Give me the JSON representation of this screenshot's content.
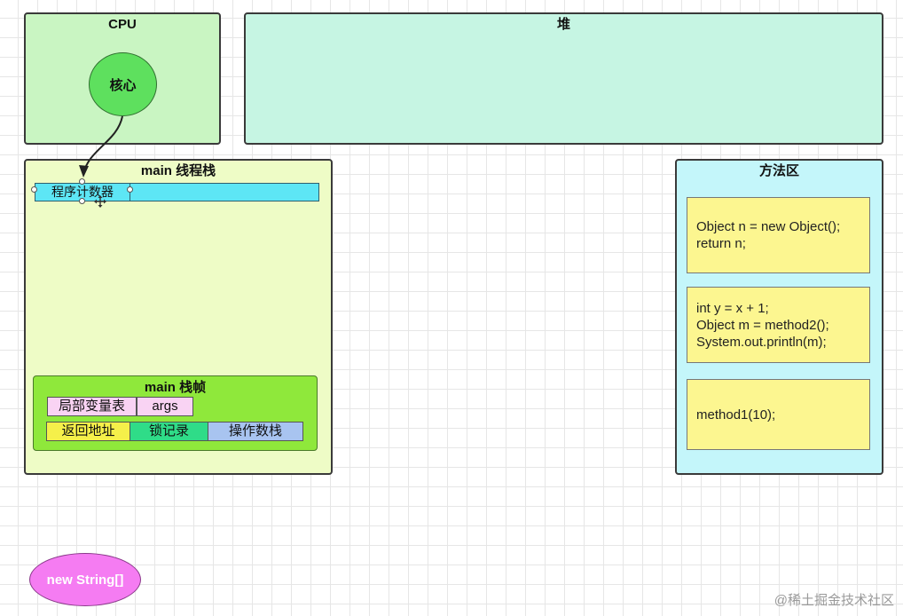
{
  "cpu": {
    "title": "CPU",
    "core_label": "核心"
  },
  "heap": {
    "title": "堆"
  },
  "thread_stack": {
    "title": "main 线程栈",
    "program_counter_label": "程序计数器",
    "frame": {
      "title": "main 栈帧",
      "locals_label": "局部变量表",
      "args_label": "args",
      "return_address_label": "返回地址",
      "lock_record_label": "锁记录",
      "operand_stack_label": "操作数栈"
    }
  },
  "method_area": {
    "title": "方法区",
    "blocks": [
      {
        "lines": [
          "Object n = new Object();",
          "return n;"
        ]
      },
      {
        "lines": [
          "int y = x + 1;",
          "Object m = method2();",
          "System.out.println(m);"
        ]
      },
      {
        "lines": [
          "method1(10);"
        ]
      }
    ]
  },
  "string_array_label": "new String[]",
  "watermark": "@稀土掘金技术社区",
  "colors": {
    "cpu_bg": "#c9f5c2",
    "heap_bg": "#c6f5e3",
    "thread_bg": "#eefcc6",
    "method_bg": "#c4f6fa",
    "core": "#5ee05e",
    "pc_bar": "#5de6f5",
    "frame": "#8fe83b",
    "code_block": "#fcf690",
    "string_ellipse": "#f57cf2"
  }
}
